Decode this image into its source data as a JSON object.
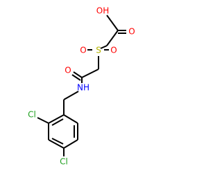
{
  "molecule": {
    "atoms": {
      "carboxyl_oh": "OH",
      "carbonyl_o_acid": "O",
      "sulfur": "S",
      "sulfonyl_o_left": "O",
      "sulfonyl_o_right": "O",
      "amide_o": "O",
      "amide_nh": "NH",
      "chlorine_ortho": "Cl",
      "chlorine_para": "Cl"
    },
    "colors": {
      "bond": "#000000",
      "oxygen": "#ff0000",
      "sulfur": "#b2b200",
      "nitrogen": "#0000ff",
      "chlorine": "#1fa01f",
      "carbon": "#000000"
    }
  }
}
